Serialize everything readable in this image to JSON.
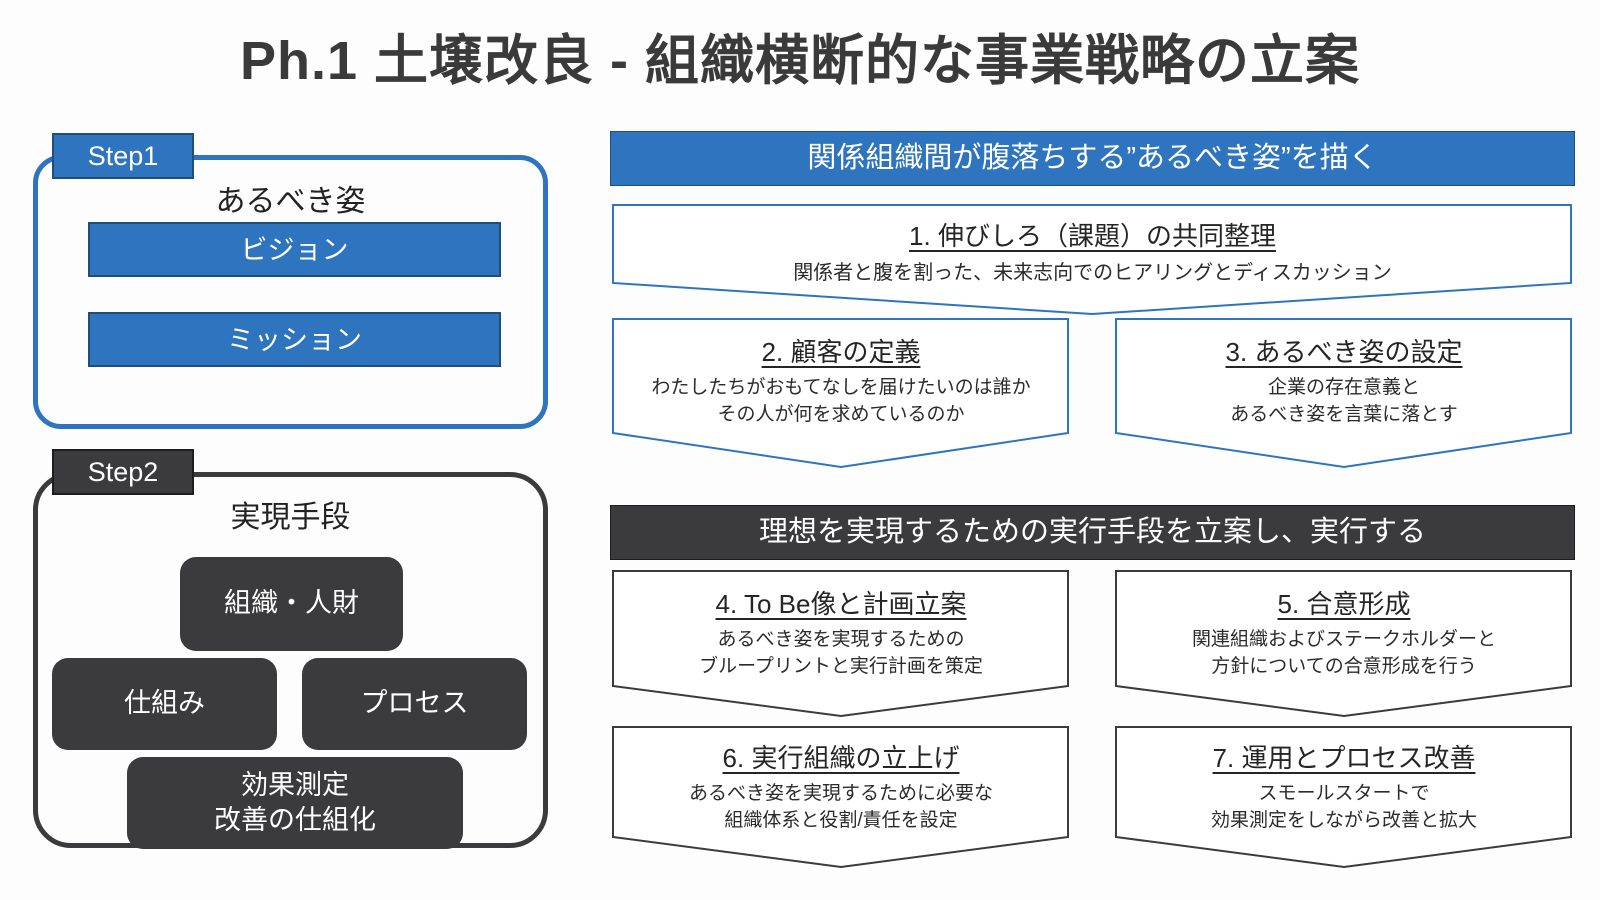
{
  "title": "Ph.1 土壌改良 - 組織横断的な事業戦略の立案",
  "colors": {
    "accent_blue": "#2e74be",
    "accent_dark": "#3b3b3d",
    "border_navy": "#1f4e79"
  },
  "step1": {
    "label": "Step1",
    "heading": "あるべき姿",
    "items": [
      "ビジョン",
      "ミッション"
    ]
  },
  "step2": {
    "label": "Step2",
    "heading": "実現手段",
    "boxes": [
      "組織・人財",
      "仕組み",
      "プロセス"
    ],
    "bottom_box": {
      "line1": "効果測定",
      "line2": "改善の仕組化"
    }
  },
  "phase1": {
    "header": "関係組織間が腹落ちする”あるべき姿”を描く",
    "steps": [
      {
        "title": "1. 伸びしろ（課題）の共同整理",
        "lines": [
          "関係者と腹を割った、未来志向でのヒアリングとディスカッション"
        ]
      },
      {
        "title": "2. 顧客の定義",
        "lines": [
          "わたしたちがおもてなしを届けたいのは誰か",
          "その人が何を求めているのか"
        ]
      },
      {
        "title": "3. あるべき姿の設定",
        "lines": [
          "企業の存在意義と",
          "あるべき姿を言葉に落とす"
        ]
      }
    ]
  },
  "phase2": {
    "header": "理想を実現するための実行手段を立案し、実行する",
    "steps": [
      {
        "title": "4. To Be像と計画立案",
        "lines": [
          "あるべき姿を実現するための",
          "ブループリントと実行計画を策定"
        ]
      },
      {
        "title": "5. 合意形成",
        "lines": [
          "関連組織およびステークホルダーと",
          "方針についての合意形成を行う"
        ]
      },
      {
        "title": "6. 実行組織の立上げ",
        "lines": [
          "あるべき姿を実現するために必要な",
          "組織体系と役割/責任を設定"
        ]
      },
      {
        "title": "7. 運用とプロセス改善",
        "lines": [
          "スモールスタートで",
          "効果測定をしながら改善と拡大"
        ]
      }
    ]
  }
}
